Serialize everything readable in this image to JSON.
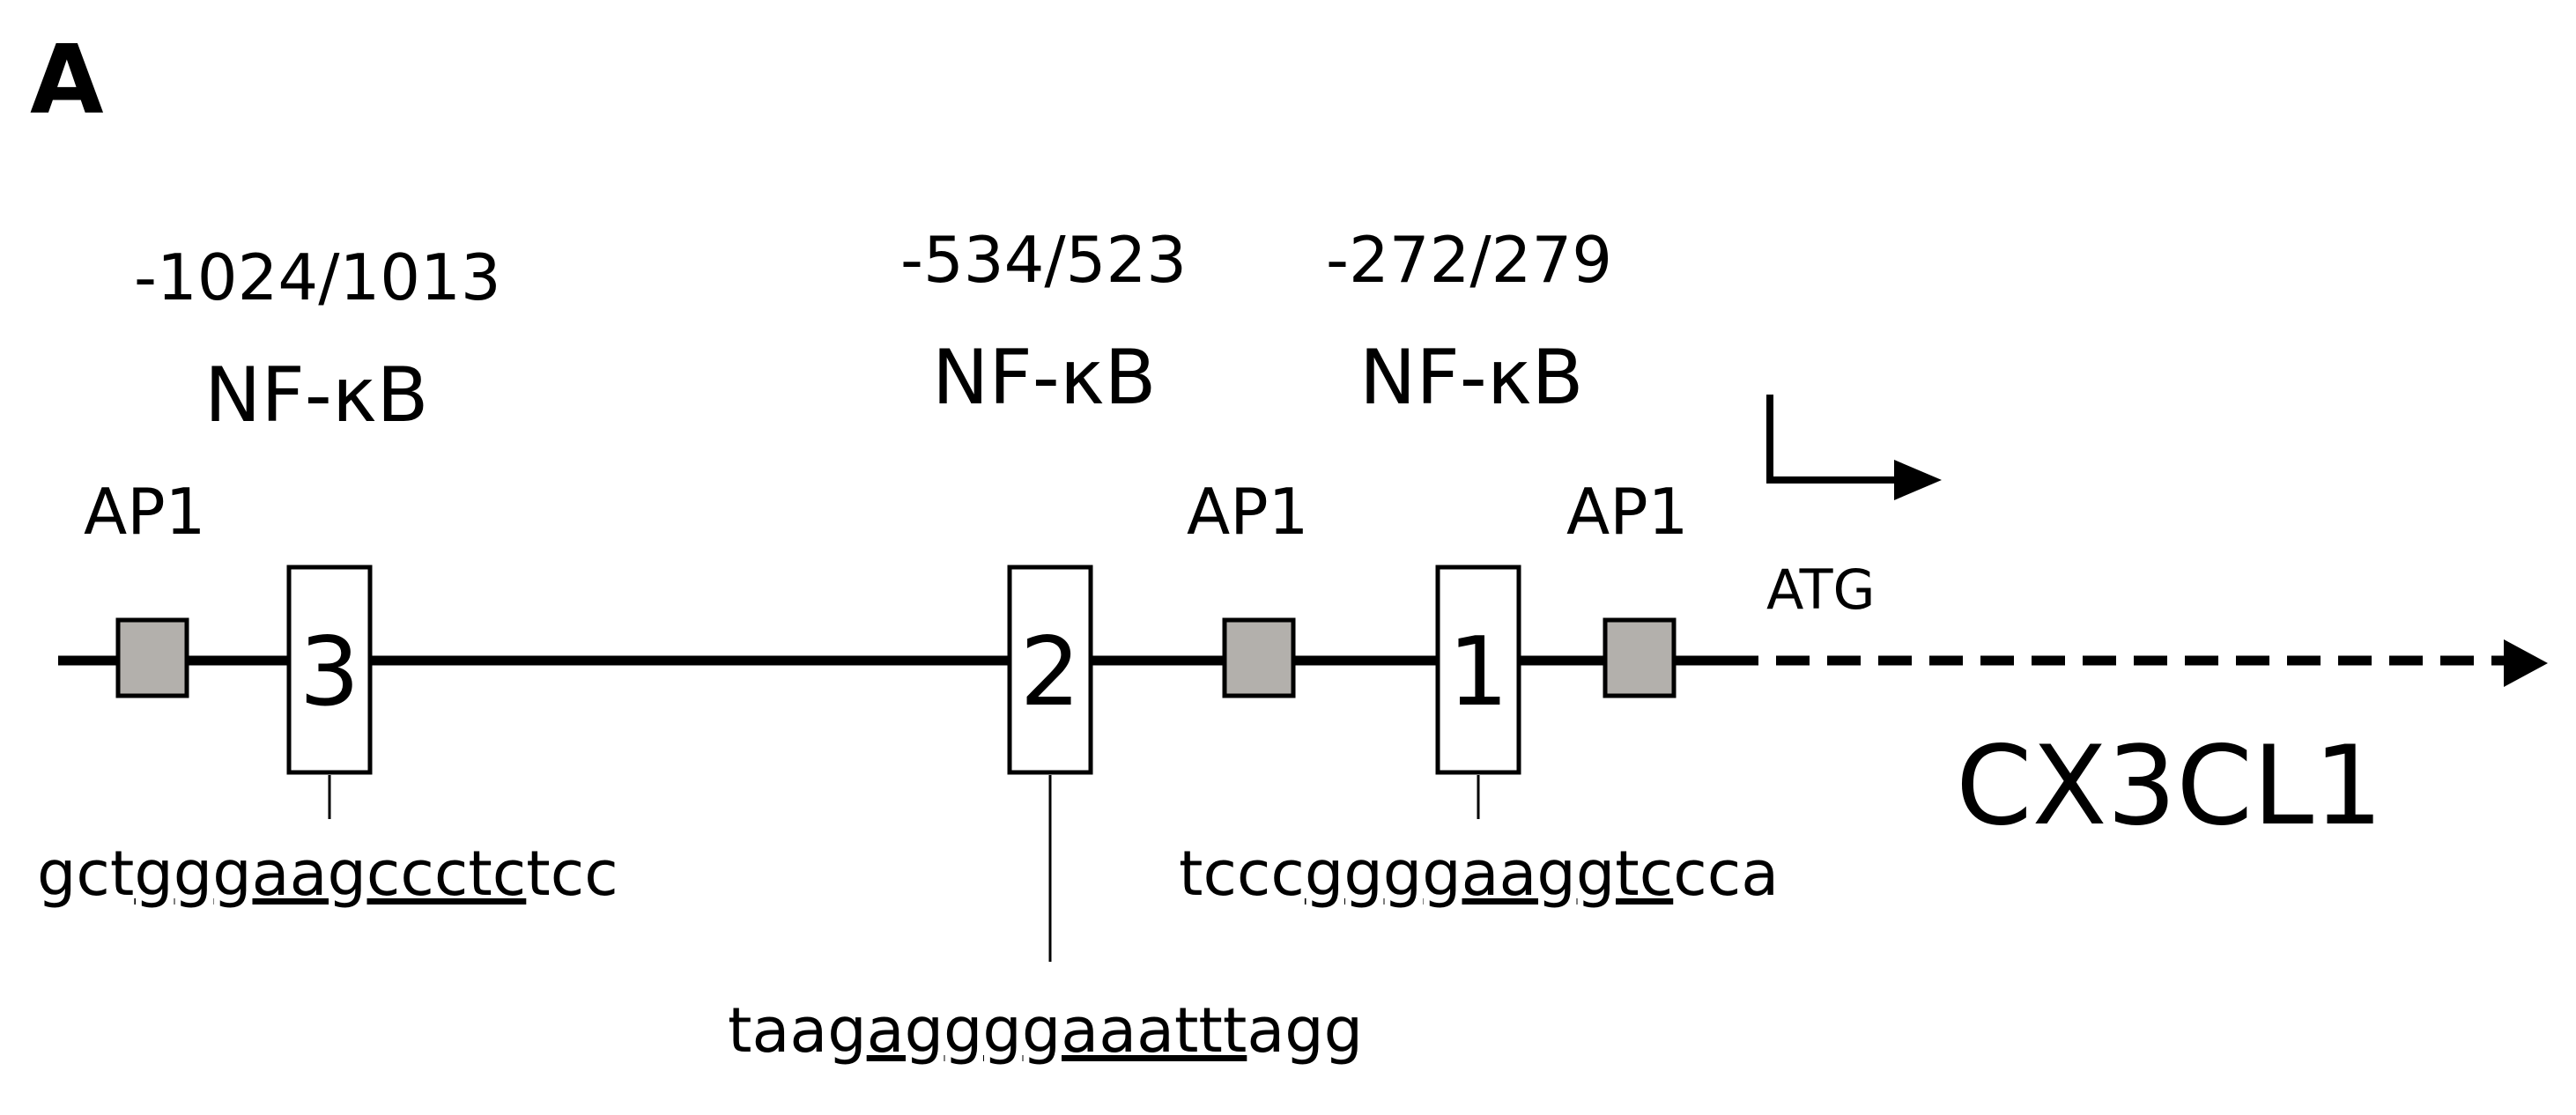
{
  "panel_label": "A",
  "gene": "CX3CL1",
  "start_codon": "ATG",
  "colors": {
    "line": "#000000",
    "ap1_box": "#b3b0ac",
    "site_box": "#ffffff"
  },
  "ap1_sites": [
    {
      "label": "AP1"
    },
    {
      "label": "AP1"
    },
    {
      "label": "AP1"
    }
  ],
  "nfkb_sites": [
    {
      "number": "3",
      "position": "-1024/1013",
      "factor": "NF-κB",
      "sequence": {
        "pre": "gct",
        "core": "gggaagccctc",
        "post": "tcc"
      }
    },
    {
      "number": "2",
      "position": "-534/523",
      "factor": "NF-κB",
      "sequence": {
        "pre": "taag",
        "core": "aggggaaattt",
        "post": "agg"
      }
    },
    {
      "number": "1",
      "position": "-272/279",
      "factor": "NF-κB",
      "sequence": {
        "pre": "tccc",
        "core": "ggggaaggtc",
        "post": "cca"
      }
    }
  ]
}
